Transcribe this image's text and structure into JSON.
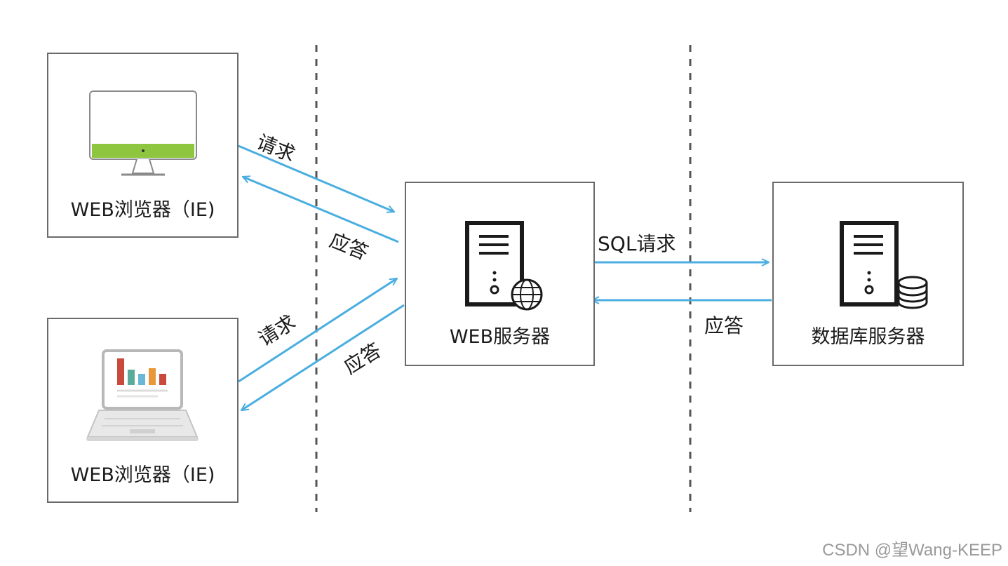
{
  "nodes": {
    "browser_desktop": {
      "label": "WEB浏览器（IE)",
      "icon": "monitor-icon"
    },
    "browser_laptop": {
      "label": "WEB浏览器（IE)",
      "icon": "laptop-chart-icon"
    },
    "web_server": {
      "label": "WEB服务器",
      "icon": "web-server-globe-icon"
    },
    "db_server": {
      "label": "数据库服务器",
      "icon": "database-server-icon"
    }
  },
  "edges": {
    "desktop_request": "请求",
    "desktop_response": "应答",
    "laptop_request": "请求",
    "laptop_response": "应答",
    "sql_request": "SQL请求",
    "db_response": "应答"
  },
  "watermark": "CSDN @望Wang-KEEP",
  "colors": {
    "arrow": "#4aaee0",
    "monitor_bar": "#8fc640",
    "box_border": "#6a6a6a",
    "chart_red": "#c94a3c",
    "chart_green": "#5bab9a",
    "chart_blue": "#6cb6d8",
    "chart_orange": "#e8973a"
  }
}
